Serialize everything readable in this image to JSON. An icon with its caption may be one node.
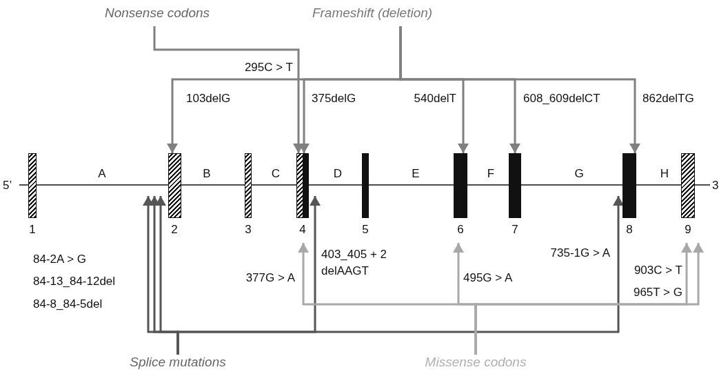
{
  "diagram": {
    "nodes": [
      {
        "text": [
          "Nonsense codons"
        ]
      },
      {
        "text": [
          "*Frameshift* (*deletion*)"
        ]
      },
      {
        "text": [
          "Splice mutations"
        ]
      },
      {
        "text": [
          "Missense codons"
        ]
      },
      {
        "text": [],
        "shape": "box",
        "beside": [
          "1"
        ]
      },
      {
        "text": [],
        "shape": "box",
        "beside": [
          "2"
        ]
      },
      {
        "text": [],
        "shape": "box",
        "beside": [
          "3"
        ]
      },
      {
        "text": [],
        "shape": "box",
        "beside": [
          "4"
        ]
      },
      {
        "text": [],
        "shape": "box",
        "beside": [
          "5"
        ]
      },
      {
        "text": [],
        "shape": "box",
        "beside": [
          "6"
        ]
      },
      {
        "text": [],
        "shape": "box",
        "beside": [
          "7"
        ]
      },
      {
        "text": [],
        "shape": "box",
        "beside": [
          "8"
        ]
      },
      {
        "text": [],
        "shape": "box",
        "beside": [
          "9"
        ]
      }
    ],
    "edges": [
      {
        "from": 0,
        "to": 7,
        "arrow": "to",
        "label": "295C > T"
      },
      {
        "from": 1,
        "to": 5,
        "arrow": "to",
        "label": "103delG"
      },
      {
        "from": 1,
        "to": 7,
        "arrow": "to",
        "label": "375delG"
      },
      {
        "from": 1,
        "to": 9,
        "arrow": "to",
        "label": "540delT"
      },
      {
        "from": 1,
        "to": 10,
        "arrow": "to",
        "label": "608_609delCT"
      },
      {
        "from": 1,
        "to": 11,
        "arrow": "to",
        "label": "862delTG"
      },
      {
        "from": 2,
        "to": 5,
        "arrow": "to",
        "color": "#555555"
      },
      {
        "from": 2,
        "to": 5,
        "arrow": "to",
        "color": "#555555"
      },
      {
        "from": 2,
        "to": 5,
        "arrow": "to",
        "color": "#555555"
      },
      {
        "from": 2,
        "to": 7,
        "arrow": "to",
        "label": "403_405 + 2 delAAGT",
        "color": "#555555"
      },
      {
        "from": 2,
        "to": 11,
        "arrow": "to",
        "label": "735-1G > A",
        "color": "#555555"
      },
      {
        "from": 3,
        "to": 7,
        "arrow": "to",
        "label": "377G > A",
        "color": "#a8a8a8"
      },
      {
        "from": 3,
        "to": 9,
        "arrow": "to",
        "label": "495G > A",
        "color": "#a8a8a8"
      },
      {
        "from": 3,
        "to": 12,
        "arrow": "to",
        "label": "903C > T",
        "color": "#a8a8a8"
      },
      {
        "from": 3,
        "to": 12,
        "arrow": "to",
        "label": "965T > G",
        "color": "#a8a8a8"
      }
    ],
    "labels": [
      "5’",
      "A",
      "B",
      "C",
      "D",
      "E",
      "F",
      "G",
      "H",
      "3",
      "84-2A > G",
      "84-13_84-12del",
      "84-8_84-5del"
    ]
  }
}
